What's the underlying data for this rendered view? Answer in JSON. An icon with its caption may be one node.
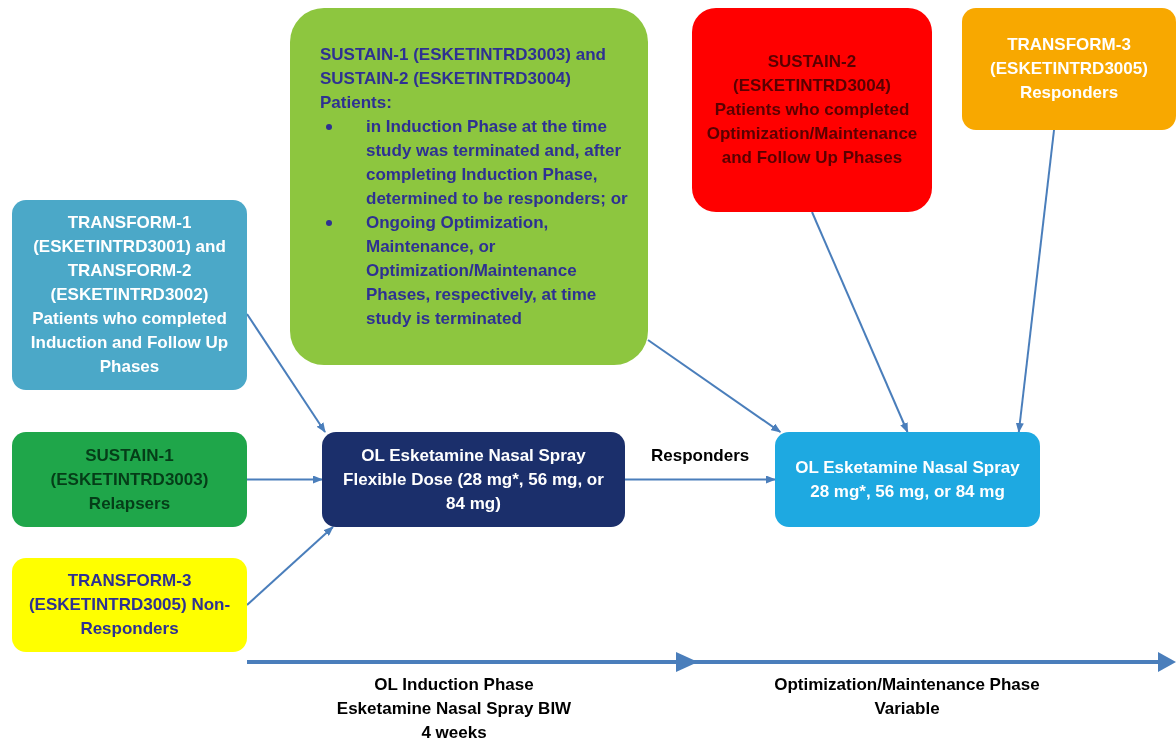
{
  "diagram": {
    "nodes": [
      {
        "text": [
          "TRANSFORM-1 (ESKETINTRD3001) and TRANSFORM-2 (ESKETINTRD3002) Patients who completed Induction and Follow Up Phases"
        ]
      },
      {
        "text": [
          "SUSTAIN-1 (ESKETINTRD3003) and SUSTAIN-2 (ESKETINTRD3004) Patients:",
          "in Induction Phase at the time study was terminated and, after completing Induction Phase, determined to be responders; or",
          "Ongoing Optimization, Maintenance, or Optimization/Maintenance Phases, respectively, at time study is terminated"
        ]
      },
      {
        "text": [
          "SUSTAIN-2 (ESKETINTRD3004) Patients who completed Optimization/Maintenance and Follow Up Phases"
        ]
      },
      {
        "text": [
          "TRANSFORM-3 (ESKETINTRD3005) Responders"
        ]
      },
      {
        "text": [
          "SUSTAIN-1 (ESKETINTRD3003) Relapsers"
        ]
      },
      {
        "text": [
          "OL Esketamine Nasal Spray Flexible Dose (28 mg*, 56 mg, or 84 mg)"
        ]
      },
      {
        "text": [
          "OL Esketamine Nasal Spray 28 mg*, 56 mg, or 84 mg"
        ]
      },
      {
        "text": [
          "TRANSFORM-3 (ESKETINTRD3005) Non-Responders"
        ]
      }
    ],
    "edges": [
      {
        "from": 0,
        "to": 5,
        "arrow": "to"
      },
      {
        "from": 4,
        "to": 5,
        "arrow": "to"
      },
      {
        "from": 7,
        "to": 5,
        "arrow": "to"
      },
      {
        "from": 1,
        "to": 6,
        "arrow": "to"
      },
      {
        "from": 5,
        "to": 6,
        "arrow": "to",
        "label": "Responders"
      },
      {
        "from": 2,
        "to": 6,
        "arrow": "to"
      },
      {
        "from": 3,
        "to": 6,
        "arrow": "to"
      }
    ],
    "labels": [
      "OL Induction Phase",
      "Esketamine Nasal Spray BIW",
      "4 weeks",
      "Optimization/Maintenance Phase",
      "Variable"
    ]
  }
}
